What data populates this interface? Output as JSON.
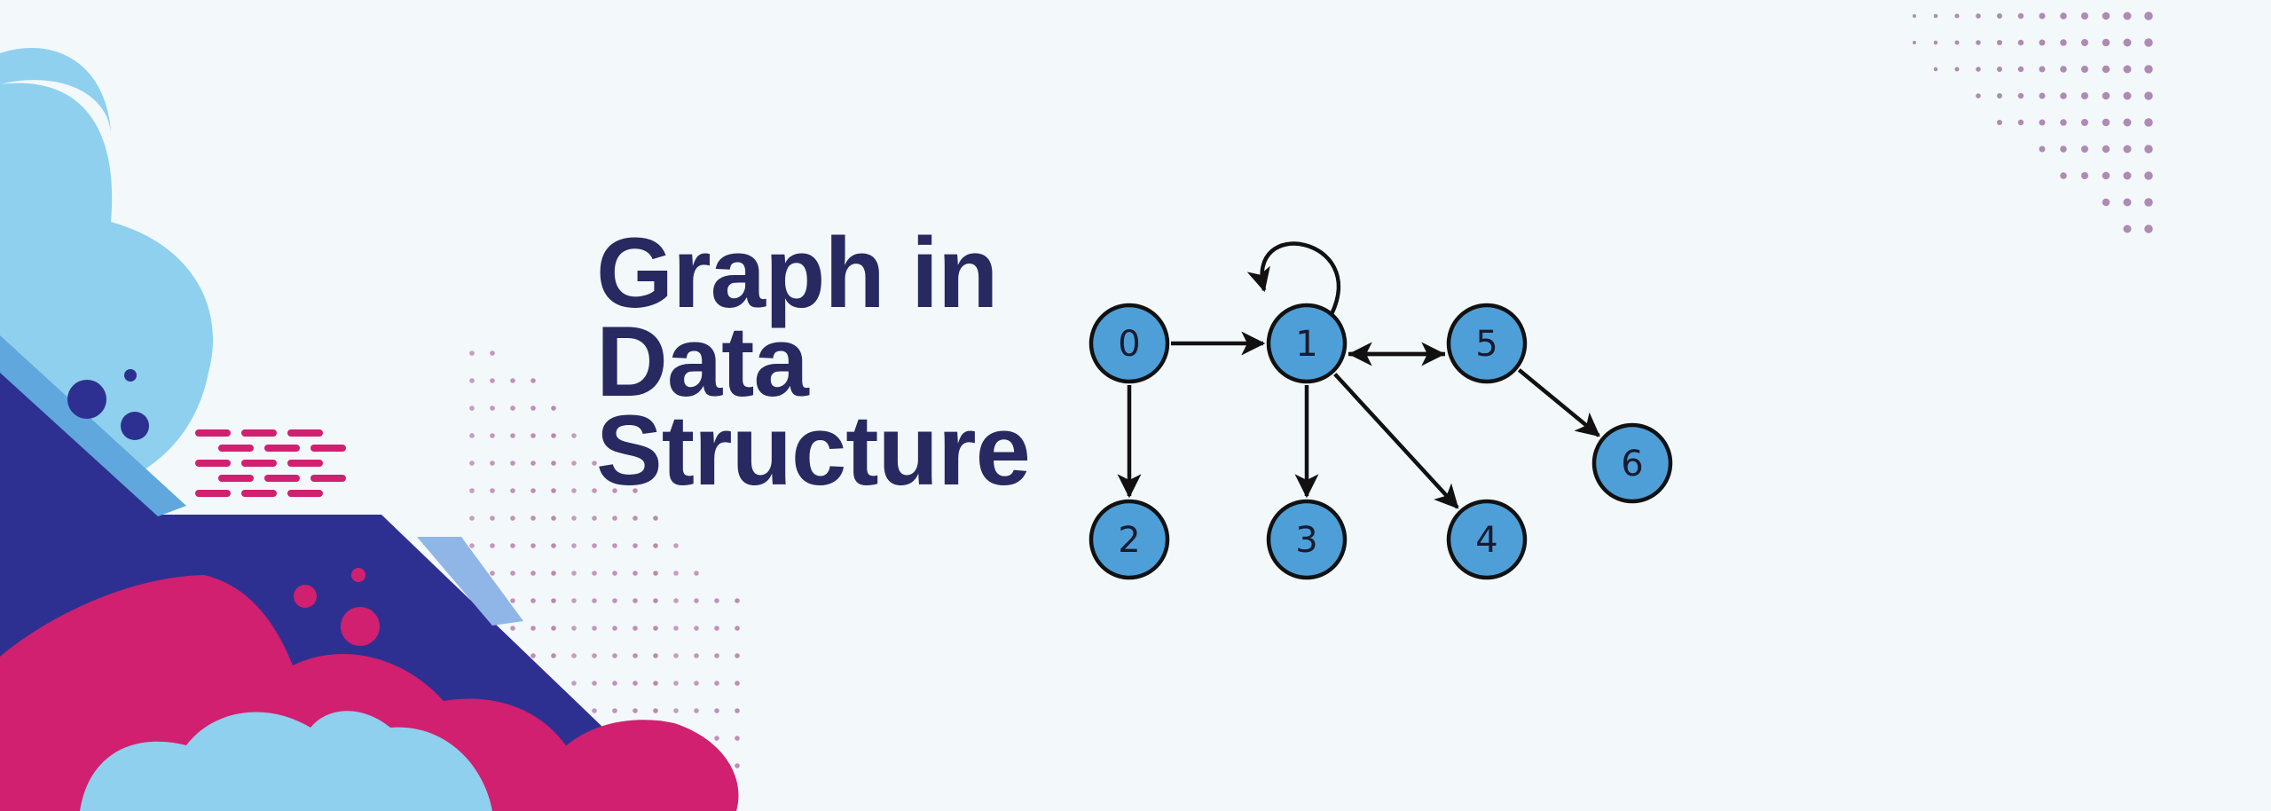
{
  "title": {
    "line1": "Graph in",
    "line2": "Data",
    "line3": "Structure"
  },
  "graph": {
    "nodes": [
      "0",
      "1",
      "2",
      "3",
      "4",
      "5",
      "6"
    ],
    "edges": [
      [
        "0",
        "1"
      ],
      [
        "0",
        "2"
      ],
      [
        "1",
        "1"
      ],
      [
        "1",
        "3"
      ],
      [
        "1",
        "4"
      ],
      [
        "1",
        "5"
      ],
      [
        "5",
        "1"
      ],
      [
        "5",
        "6"
      ]
    ]
  },
  "colors": {
    "title": "#272960",
    "node_fill": "#4e9fd8",
    "navy": "#2e3091",
    "magenta": "#d0206f",
    "sky": "#8ed0ee"
  }
}
